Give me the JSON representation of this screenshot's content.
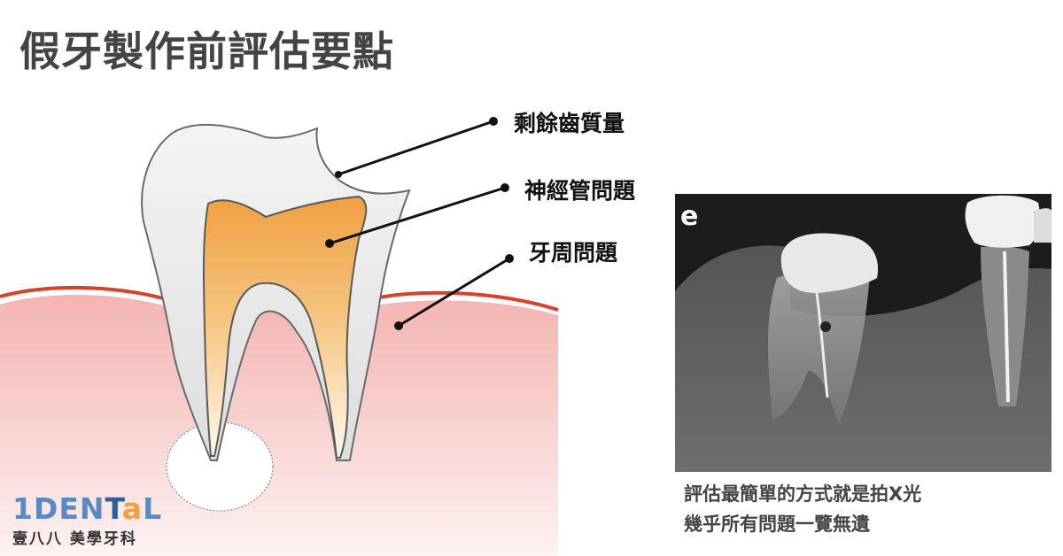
{
  "title": "假牙製作前評估要點",
  "diagram": {
    "labels": {
      "remaining_tooth": "剩餘齒質量",
      "root_canal": "神經管問題",
      "periodontal": "牙周問題"
    }
  },
  "xray": {
    "corner_mark": "e"
  },
  "caption": {
    "line1": "評估最簡單的方式就是拍X光",
    "line2": "幾乎所有問題一覽無遺"
  },
  "logo": {
    "main_part1": "DEN",
    "main_part2": "T",
    "main_part3": "a",
    "main_part4": "L",
    "main_first": "1",
    "sub": "壹八八 美學牙科"
  },
  "colors": {
    "gum_line": "#d8402a",
    "gum_fill": "#f5c1bf",
    "pulp_top": "#f0a040",
    "pulp_bottom": "#fff6e8",
    "title": "#444444"
  }
}
